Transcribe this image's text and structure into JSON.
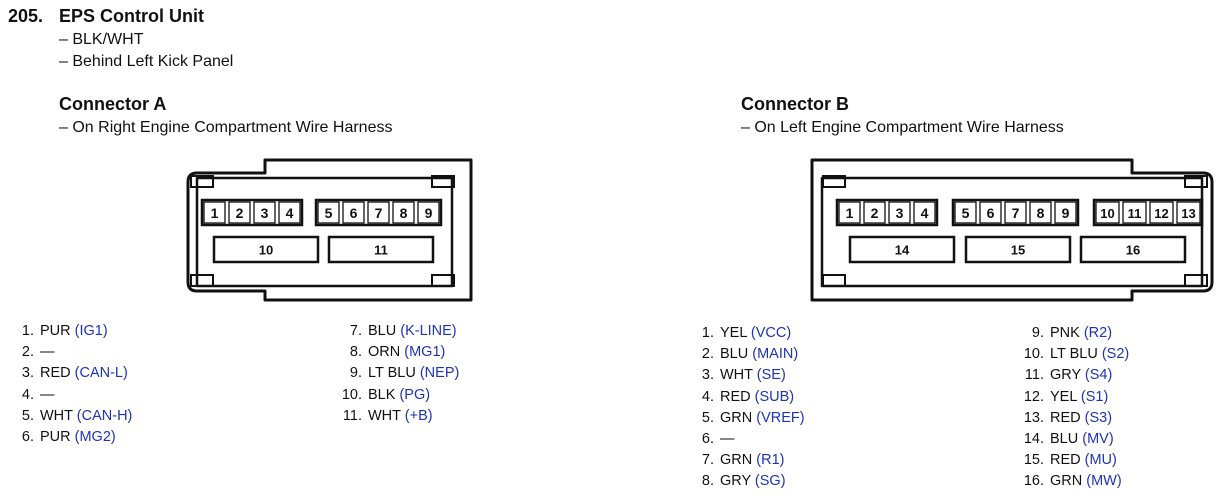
{
  "header": {
    "number": "205.",
    "title": "EPS Control Unit",
    "details": [
      "– BLK/WHT",
      "– Behind Left Kick Panel"
    ]
  },
  "connector_a": {
    "title": "Connector A",
    "location": "– On Right Engine Compartment Wire Harness",
    "top_row_group1": [
      "1",
      "2",
      "3",
      "4"
    ],
    "top_row_group2": [
      "5",
      "6",
      "7",
      "8",
      "9"
    ],
    "large_terminals": [
      "10",
      "11"
    ],
    "pins": [
      {
        "num": "1.",
        "color": "PUR",
        "code": "(IG1)"
      },
      {
        "num": "2.",
        "color": "—",
        "code": ""
      },
      {
        "num": "3.",
        "color": "RED",
        "code": "(CAN-L)"
      },
      {
        "num": "4.",
        "color": "—",
        "code": ""
      },
      {
        "num": "5.",
        "color": "WHT",
        "code": "(CAN-H)"
      },
      {
        "num": "6.",
        "color": "PUR",
        "code": "(MG2)"
      },
      {
        "num": "7.",
        "color": "BLU",
        "code": "(K-LINE)"
      },
      {
        "num": "8.",
        "color": "ORN",
        "code": "(MG1)"
      },
      {
        "num": "9.",
        "color": "LT BLU",
        "code": "(NEP)"
      },
      {
        "num": "10.",
        "color": "BLK",
        "code": "(PG)"
      },
      {
        "num": "11.",
        "color": "WHT",
        "code": "(+B)"
      }
    ]
  },
  "connector_b": {
    "title": "Connector B",
    "location": "– On Left Engine Compartment Wire Harness",
    "top_row_group1": [
      "1",
      "2",
      "3",
      "4"
    ],
    "top_row_group2": [
      "5",
      "6",
      "7",
      "8",
      "9"
    ],
    "top_row_group3": [
      "10",
      "11",
      "12",
      "13"
    ],
    "large_terminals": [
      "14",
      "15",
      "16"
    ],
    "pins": [
      {
        "num": "1.",
        "color": "YEL",
        "code": "(VCC)"
      },
      {
        "num": "2.",
        "color": "BLU",
        "code": "(MAIN)"
      },
      {
        "num": "3.",
        "color": "WHT",
        "code": "(SE)"
      },
      {
        "num": "4.",
        "color": "RED",
        "code": "(SUB)"
      },
      {
        "num": "5.",
        "color": "GRN",
        "code": "(VREF)"
      },
      {
        "num": "6.",
        "color": "—",
        "code": ""
      },
      {
        "num": "7.",
        "color": "GRN",
        "code": "(R1)"
      },
      {
        "num": "8.",
        "color": "GRY",
        "code": "(SG)"
      },
      {
        "num": "9.",
        "color": "PNK",
        "code": "(R2)"
      },
      {
        "num": "10.",
        "color": "LT BLU",
        "code": "(S2)"
      },
      {
        "num": "11.",
        "color": "GRY",
        "code": "(S4)"
      },
      {
        "num": "12.",
        "color": "YEL",
        "code": "(S1)"
      },
      {
        "num": "13.",
        "color": "RED",
        "code": "(S3)"
      },
      {
        "num": "14.",
        "color": "BLU",
        "code": "(MV)"
      },
      {
        "num": "15.",
        "color": "RED",
        "code": "(MU)"
      },
      {
        "num": "16.",
        "color": "GRN",
        "code": "(MW)"
      }
    ]
  },
  "colors": {
    "signal_code": "#1f33b5"
  }
}
